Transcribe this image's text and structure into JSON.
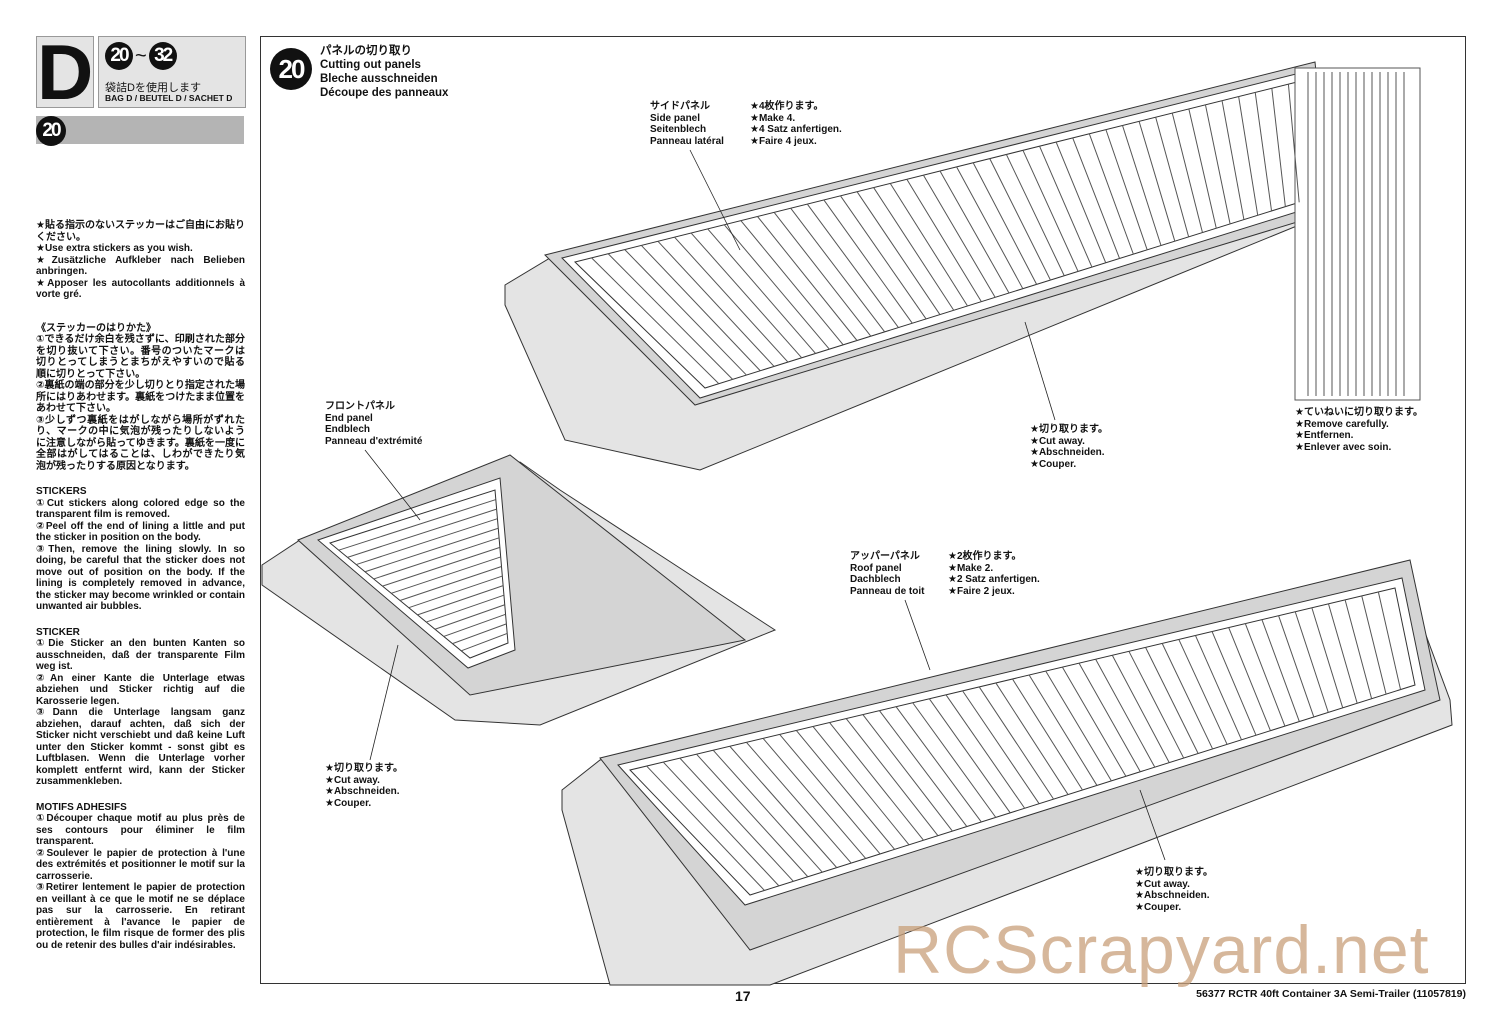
{
  "bag": {
    "letter": "D",
    "step_from": "20",
    "range_sep": "~",
    "step_to": "32",
    "jp": "袋詰Dを使用します",
    "en": "BAG D / BEUTEL D / SACHET D"
  },
  "step_bar": {
    "number": "20"
  },
  "left_column": {
    "extra_stickers": [
      "★貼る指示のないステッカーはご自由にお貼りください。",
      "★Use extra stickers as you wish.",
      "★Zusätzliche Aufkleber nach Belieben anbringen.",
      "★Apposer les autocollants additionnels à vorte gré."
    ],
    "jp_title": "《ステッカーのはりかた》",
    "jp_steps": [
      "①できるだけ余白を残さずに、印刷された部分を切り抜いて下さい。番号のついたマークは切りとってしまうとまちがえやすいので貼る順に切りとって下さい。",
      "②裏紙の端の部分を少し切りとり指定された場所にはりあわせます。裏紙をつけたまま位置をあわせて下さい。",
      "③少しずつ裏紙をはがしながら場所がずれたり、マークの中に気泡が残ったりしないように注意しながら貼ってゆきます。裏紙を一度に全部はがしてはることは、しわができたり気泡が残ったりする原因となります。"
    ],
    "en_title": "STICKERS",
    "en_steps": [
      "①Cut stickers along colored edge so the transparent film is removed.",
      "②Peel off the end of lining a little and put the sticker in position on the body.",
      "③Then, remove the lining slowly. In so doing, be careful that the sticker does not move out of position on the body. If the lining is completely removed in advance, the sticker may become wrinkled or contain unwanted air bubbles."
    ],
    "de_title": "STICKER",
    "de_steps": [
      "①Die Sticker an den bunten Kanten so ausschneiden, daß der transparente Film weg ist.",
      "②An einer Kante die Unterlage etwas abziehen und Sticker richtig auf die Karosserie legen.",
      "③Dann die Unterlage langsam ganz abziehen, darauf achten, daß sich der Sticker nicht verschiebt und daß keine Luft unter den Sticker kommt - sonst gibt es Luftblasen. Wenn die Unterlage vorher komplett entfernt wird, kann der Sticker zusammenkleben."
    ],
    "fr_title": "MOTIFS ADHESIFS",
    "fr_steps": [
      "①Découper chaque motif au plus près de ses contours pour éliminer le film transparent.",
      "②Soulever le papier de protection à l'une des extrémités et positionner le motif sur la carrosserie.",
      "③Retirer lentement le papier de protection en veillant à ce que le motif ne se déplace pas sur la carrosserie. En retirant entièrement à l'avance le papier de protection, le film risque de former des plis ou de retenir des bulles d'air indésirables."
    ]
  },
  "step": {
    "number": "20",
    "title_jp": "パネルの切り取り",
    "title_en": "Cutting out panels",
    "title_de": "Bleche ausschneiden",
    "title_fr": "Découpe des panneaux"
  },
  "labels": {
    "side_panel": [
      "サイドパネル",
      "Side panel",
      "Seitenblech",
      "Panneau latéral"
    ],
    "side_qty": [
      "★4枚作ります。",
      "★Make 4.",
      "★4 Satz anfertigen.",
      "★Faire 4 jeux."
    ],
    "end_panel": [
      "フロントパネル",
      "End panel",
      "Endblech",
      "Panneau d'extrémité"
    ],
    "roof_panel": [
      "アッパーパネル",
      "Roof panel",
      "Dachblech",
      "Panneau de toit"
    ],
    "roof_qty": [
      "★2枚作ります。",
      "★Make 2.",
      "★2 Satz anfertigen.",
      "★Faire 2 jeux."
    ],
    "cut_away": [
      "★切り取ります。",
      "★Cut away.",
      "★Abschneiden.",
      "★Couper."
    ],
    "remove_carefully": [
      "★ていねいに切り取ります。",
      "★Remove carefully.",
      "★Entfernen.",
      "★Enlever avec soin."
    ]
  },
  "footer": {
    "page_number": "17",
    "product": "56377  RCTR 40ft Container 3A Semi-Trailer (11057819)"
  },
  "watermark": "RCScrapyard.net"
}
